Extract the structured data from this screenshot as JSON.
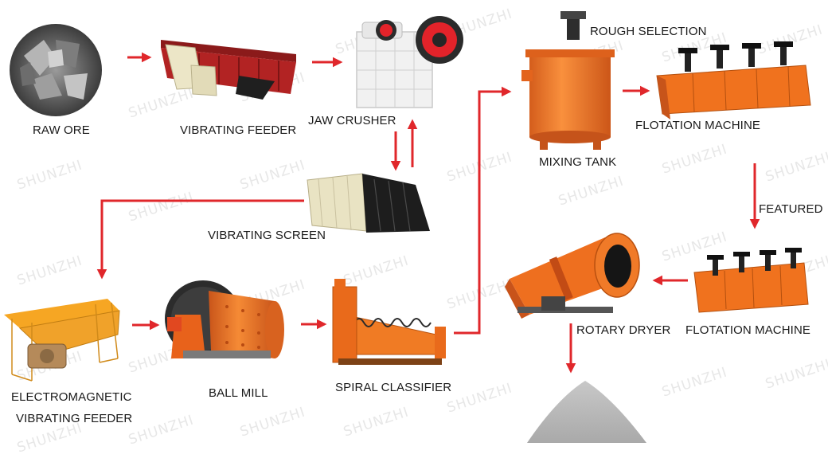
{
  "watermark": "SHUNZHI",
  "colors": {
    "arrow": "#e0272b",
    "machine": "#f0721e",
    "machine_dark": "#c9551a",
    "label": "#1a1a1a"
  },
  "labels": {
    "raw_ore": "RAW ORE",
    "vibrating_feeder": "VIBRATING FEEDER",
    "jaw_crusher": "JAW CRUSHER",
    "vibrating_screen": "VIBRATING SCREEN",
    "em_feeder_line1": "ELECTROMAGNETIC",
    "em_feeder_line2": "VIBRATING FEEDER",
    "ball_mill": "BALL MILL",
    "spiral_classifier": "SPIRAL CLASSIFIER",
    "rough_selection": "ROUGH SELECTION",
    "mixing_tank": "MIXING TANK",
    "flotation_machine_1": "FLOTATION MACHINE",
    "featured": "FEATURED",
    "flotation_machine_2": "FLOTATION MACHINE",
    "rotary_dryer": "ROTARY DRYER"
  }
}
